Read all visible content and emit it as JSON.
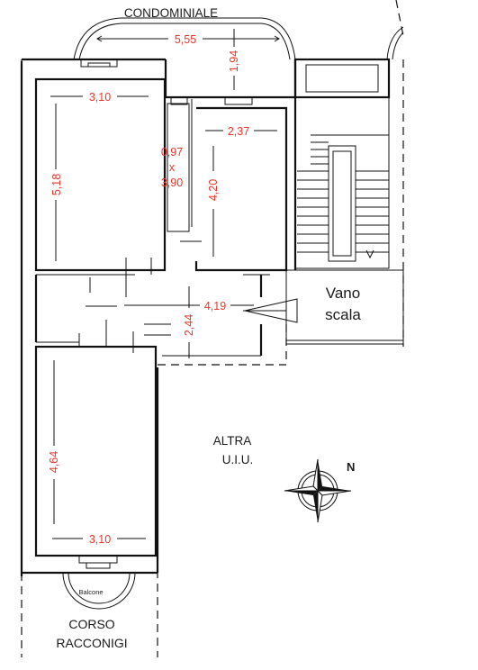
{
  "labels": {
    "condominiale": "CONDOMINIALE",
    "vano": "Vano",
    "scala": "scala",
    "altra": "ALTRA",
    "uiu": "U.I.U.",
    "north": "N",
    "balcone": "Balcone",
    "corso": "CORSO",
    "racconigi": "RACCONIGI"
  },
  "dimensions": {
    "courtyard_width": "5,55",
    "courtyard_depth": "1,94",
    "room1_width": "3,10",
    "room1_length": "5,18",
    "bath_w": "0,97",
    "bath_x": "x",
    "bath_l": "3,90",
    "room2_width": "2,37",
    "room2_length": "4,20",
    "hall_width": "4,19",
    "hall_depth": "2,44",
    "room3_length": "4,64",
    "room3_width": "3,10"
  },
  "colors": {
    "dimension_text": "#e8362a",
    "lines": "#111111"
  }
}
